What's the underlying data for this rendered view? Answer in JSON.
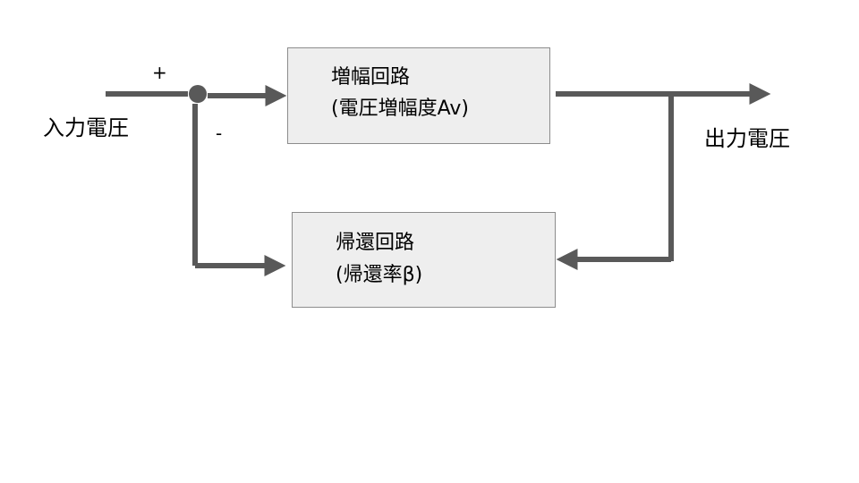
{
  "diagram": {
    "input_label": "入力電圧",
    "output_label": "出力電圧",
    "plus_sign": "+",
    "minus_sign": "-",
    "amplifier": {
      "title": "増幅回路",
      "subtitle": "(電圧増幅度Av)"
    },
    "feedback": {
      "title": "帰還回路",
      "subtitle": "(帰還率β)"
    },
    "colors": {
      "line": "#595959",
      "box_fill": "#eeeeee",
      "box_border": "#8c8c8c"
    }
  }
}
